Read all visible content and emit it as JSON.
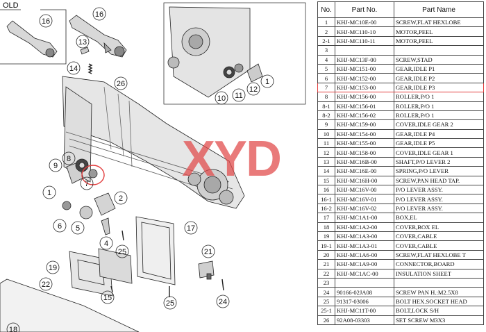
{
  "diagram": {
    "old_label": "OLD",
    "watermark": "XYD",
    "callouts": [
      "16",
      "16",
      "13",
      "14",
      "26",
      "8",
      "9",
      "7",
      "1",
      "2",
      "6",
      "5",
      "4",
      "25",
      "17",
      "19",
      "22",
      "21",
      "15",
      "25",
      "24",
      "18",
      "10",
      "11",
      "12",
      "1"
    ]
  },
  "table": {
    "headers": [
      "No.",
      "Part No.",
      "Part Name"
    ],
    "rows": [
      [
        "1",
        "KHJ-MC10E-00",
        "SCREW,FLAT HEXLOBE"
      ],
      [
        "2",
        "KHJ-MC110-10",
        "MOTOR,PEEL"
      ],
      [
        "2-1",
        "KHJ-MC110-11",
        "MOTOR,PEEL"
      ],
      [
        "3",
        "",
        ""
      ],
      [
        "4",
        "KHJ-MC13F-00",
        "SCREW,STAD"
      ],
      [
        "5",
        "KHJ-MC151-00",
        "GEAR,IDLE P1"
      ],
      [
        "6",
        "KHJ-MC152-00",
        "GEAR,IDLE P2"
      ],
      [
        "7",
        "KHJ-MC153-00",
        "GEAR,IDLE P3"
      ],
      [
        "8",
        "KHJ-MC156-00",
        "ROLLER,P/O 1"
      ],
      [
        "8-1",
        "KHJ-MC156-01",
        "ROLLER,P/O 1"
      ],
      [
        "8-2",
        "KHJ-MC156-02",
        "ROLLER,P/O 1"
      ],
      [
        "9",
        "KHJ-MC159-00",
        "COVER,IDLE GEAR 2"
      ],
      [
        "10",
        "KHJ-MC154-00",
        "GEAR,IDLE P4"
      ],
      [
        "11",
        "KHJ-MC155-00",
        "GEAR,IDLE P5"
      ],
      [
        "12",
        "KHJ-MC158-00",
        "COVER,IDLE GEAR 1"
      ],
      [
        "13",
        "KHJ-MC16B-00",
        "SHAFT,P/O LEVER 2"
      ],
      [
        "14",
        "KHJ-MC16E-00",
        "SPRING,P/O LEVER"
      ],
      [
        "15",
        "KHJ-MC16H-00",
        "SCREW,PAN HEAD TAP."
      ],
      [
        "16",
        "KHJ-MC16V-00",
        "P/O LEVER ASSY."
      ],
      [
        "16-1",
        "KHJ-MC16V-01",
        "P/O LEVER ASSY."
      ],
      [
        "16-2",
        "KHJ-MC16V-02",
        "P/O LEVER ASSY."
      ],
      [
        "17",
        "KHJ-MC1A1-00",
        "BOX,EL"
      ],
      [
        "18",
        "KHJ-MC1A2-00",
        "COVER,BOX EL"
      ],
      [
        "19",
        "KHJ-MC1A3-00",
        "COVER,CABLE"
      ],
      [
        "19-1",
        "KHJ-MC1A3-01",
        "COVER,CABLE"
      ],
      [
        "20",
        "KHJ-MC1A6-00",
        "SCREW,FLAT HEXLOBE T"
      ],
      [
        "21",
        "KHJ-MC1A9-00",
        "CONNECTOR,BOARD"
      ],
      [
        "22",
        "KHJ-MC1AC-00",
        "INSULATION SHEET"
      ],
      [
        "23",
        "",
        ""
      ],
      [
        "24",
        "90166-02JA08",
        "SCREW PAN H.:M2.5X8"
      ],
      [
        "25",
        "91317-03006",
        "BOLT HEX.SOCKET HEAD"
      ],
      [
        "25-1",
        "KHJ-MC11T-00",
        "BOLT,LOCK S/H"
      ],
      [
        "26",
        "92A08-03303",
        "SET SCREW  M3X3"
      ]
    ],
    "highlight_row": 7,
    "highlight_color": "#e23b3b"
  }
}
